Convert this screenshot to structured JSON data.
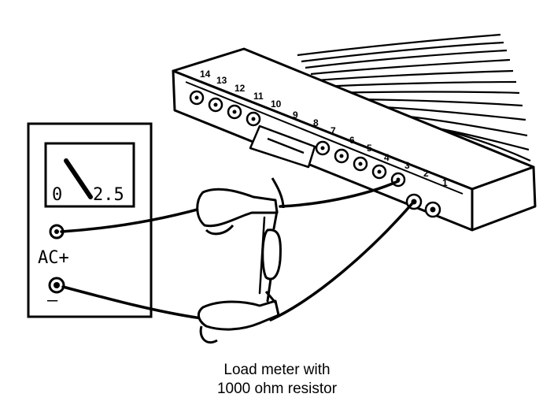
{
  "meter": {
    "scale_min": "0",
    "scale_max": "2.5",
    "terminal_positive_label": "AC+",
    "terminal_negative_label": "—"
  },
  "connector": {
    "pin_numbers": [
      "14",
      "13",
      "12",
      "11",
      "10",
      "9",
      "8",
      "7",
      "6",
      "5",
      "4",
      "3",
      "2",
      "1"
    ]
  },
  "caption": {
    "line1": "Load meter with",
    "line2": "1000 ohm resistor"
  }
}
